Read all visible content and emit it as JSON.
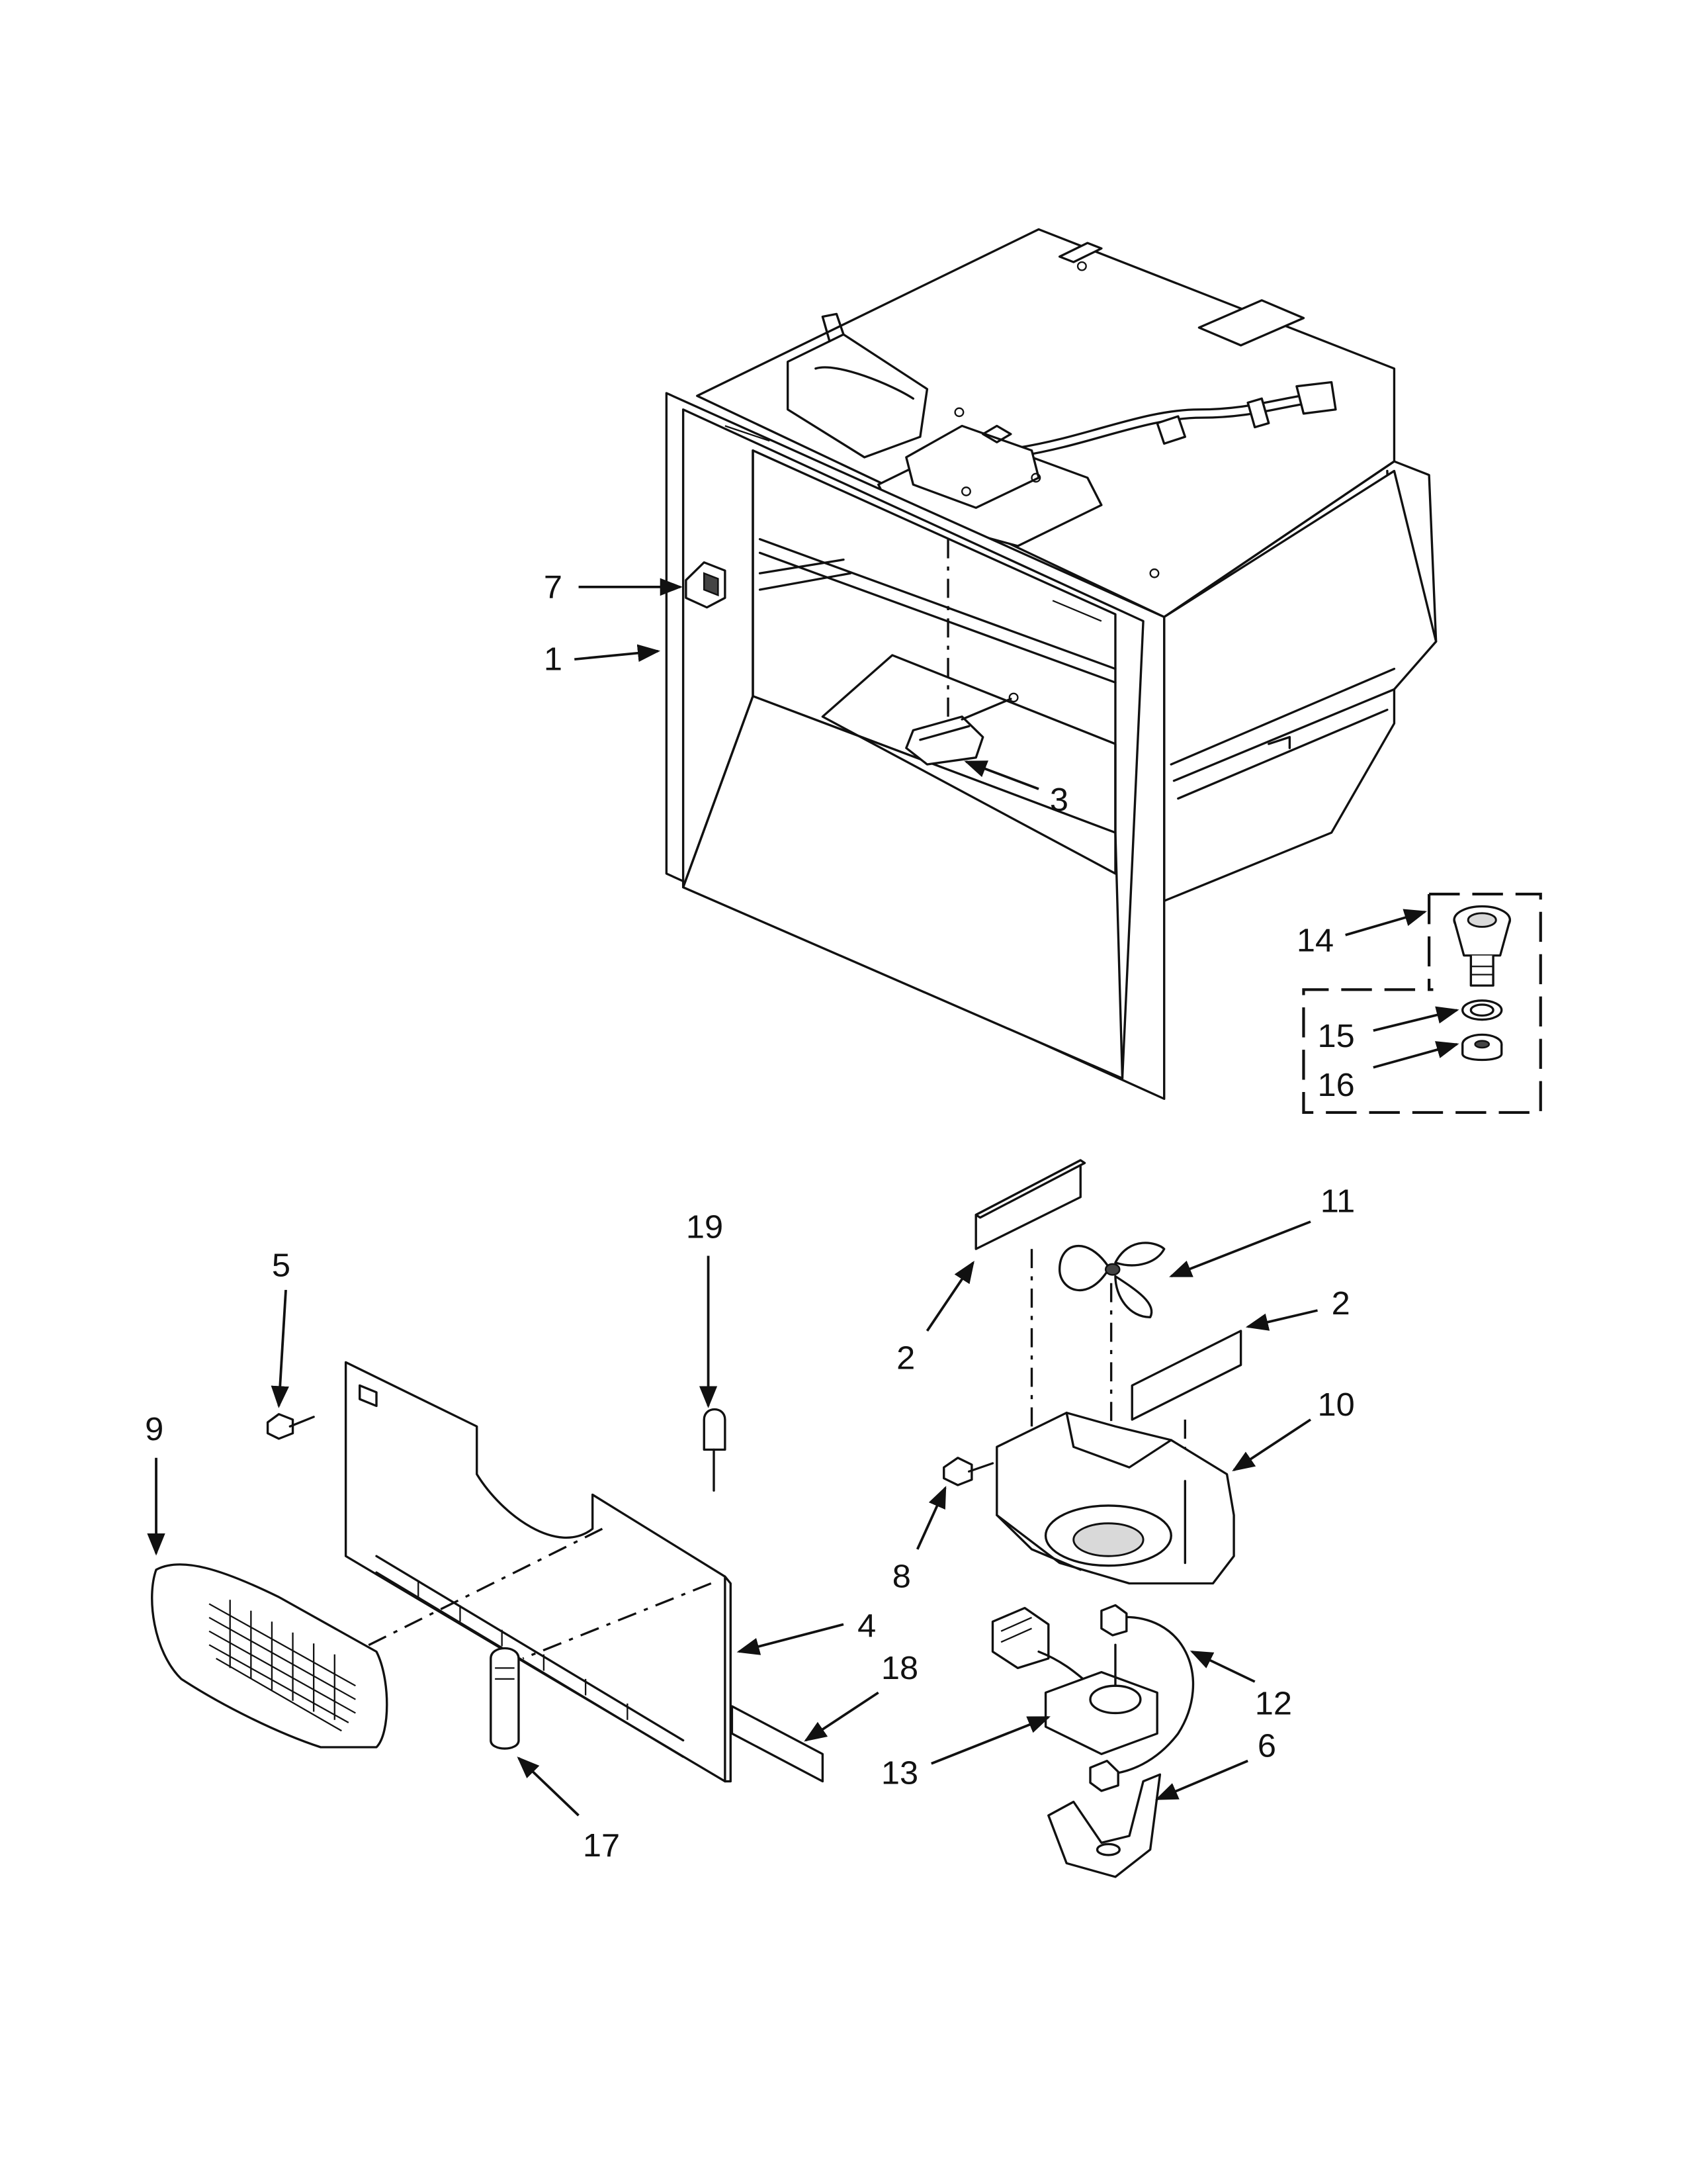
{
  "diagram": {
    "callouts": {
      "c7": "7",
      "c1": "1",
      "c3": "3",
      "c14": "14",
      "c15": "15",
      "c16": "16",
      "c11": "11",
      "c2a": "2",
      "c2b": "2",
      "c19": "19",
      "c5": "5",
      "c9": "9",
      "c10": "10",
      "c8": "8",
      "c4": "4",
      "c18": "18",
      "c12": "12",
      "c13": "13",
      "c6": "6",
      "c17": "17"
    }
  }
}
